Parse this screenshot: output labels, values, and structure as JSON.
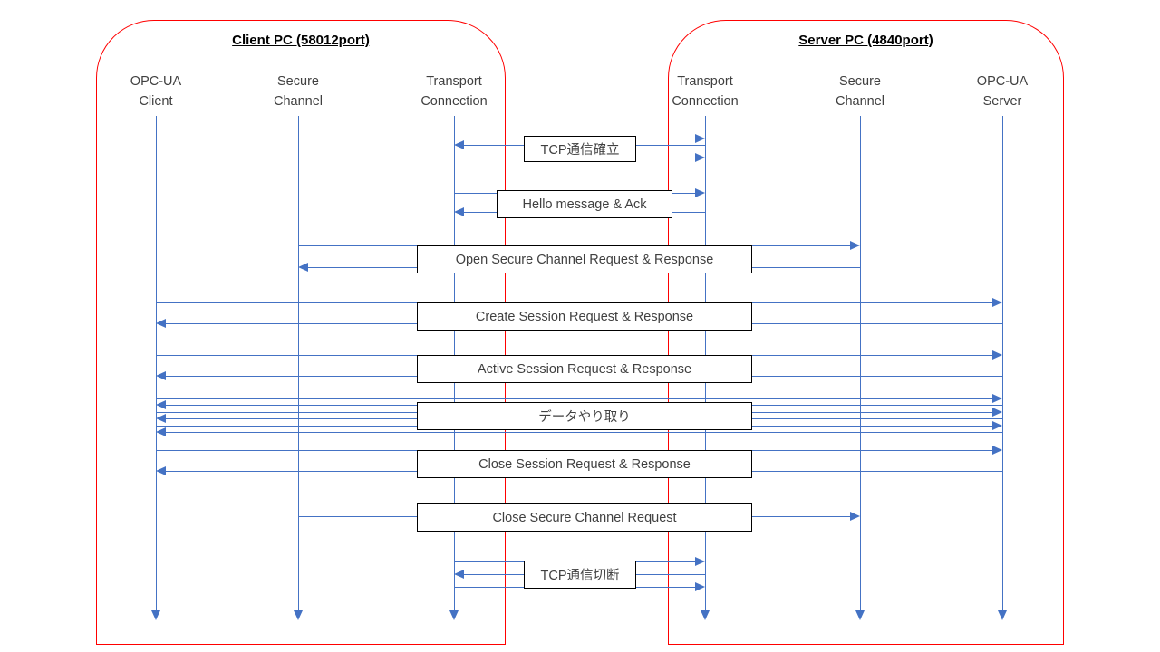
{
  "diagram": {
    "title_left": "Client PC (58012port)",
    "title_right": "Server PC (4840port)",
    "lanes": [
      {
        "line1": "OPC-UA",
        "line2": "Client"
      },
      {
        "line1": "Secure",
        "line2": "Channel"
      },
      {
        "line1": "Transport",
        "line2": "Connection"
      },
      {
        "line1": "Transport",
        "line2": "Connection"
      },
      {
        "line1": "Secure",
        "line2": "Channel"
      },
      {
        "line1": "OPC-UA",
        "line2": "Server"
      }
    ],
    "messages": [
      {
        "label": "TCP通信確立"
      },
      {
        "label": "Hello message & Ack"
      },
      {
        "label": "Open Secure Channel Request & Response"
      },
      {
        "label": "Create Session Request & Response"
      },
      {
        "label": "Active Session Request & Response"
      },
      {
        "label": "データやり取り"
      },
      {
        "label": "Close Session Request & Response"
      },
      {
        "label": "Close Secure Channel Request"
      },
      {
        "label": "TCP通信切断"
      }
    ],
    "colors": {
      "enclosure": "#ff0000",
      "lifeline": "#4472c4",
      "arrow": "#4472c4",
      "box_border": "#000000",
      "text": "#404040",
      "title_text": "#000000"
    }
  }
}
